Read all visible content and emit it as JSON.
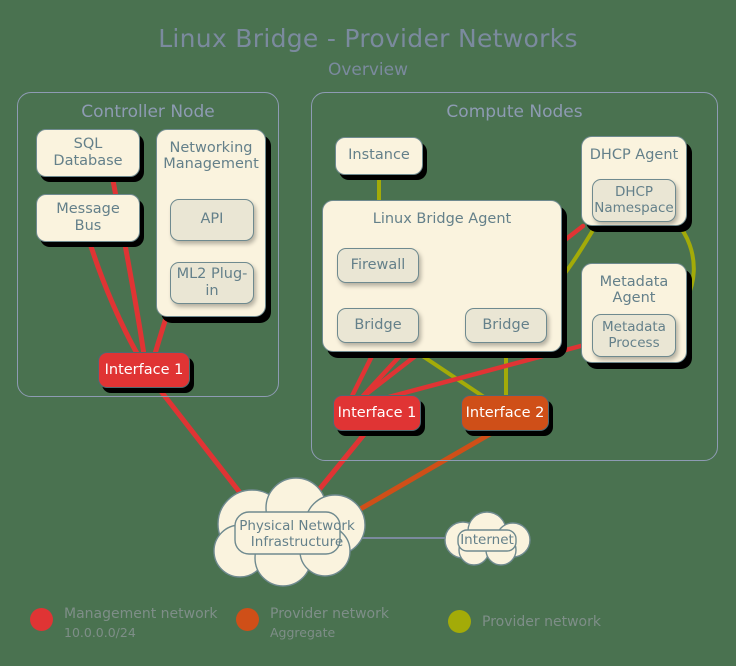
{
  "header": {
    "title": "Linux Bridge - Provider Networks",
    "subtitle": "Overview"
  },
  "zones": [
    {
      "id": "controller",
      "label": "Controller Node"
    },
    {
      "id": "compute",
      "label": "Compute Nodes"
    }
  ],
  "controller": {
    "sql_database": "SQL\nDatabase",
    "sql_database_l1": "SQL",
    "sql_database_l2": "Database",
    "message_bus_l1": "Message",
    "message_bus_l2": "Bus",
    "networking_management_l1": "Networking",
    "networking_management_l2": "Management",
    "api": "API",
    "ml2_plugin": "ML2 Plug-in",
    "interface1": "Interface 1"
  },
  "compute": {
    "instance": "Instance",
    "linux_bridge_agent": "Linux Bridge Agent",
    "firewall": "Firewall",
    "bridge_left": "Bridge",
    "bridge_right": "Bridge",
    "dhcp_agent": "DHCP Agent",
    "dhcp_namespace_l1": "DHCP",
    "dhcp_namespace_l2": "Namespace",
    "metadata_agent_l1": "Metadata",
    "metadata_agent_l2": "Agent",
    "metadata_process_l1": "Metadata",
    "metadata_process_l2": "Process",
    "interface1": "Interface 1",
    "interface2": "Interface 2"
  },
  "clouds": {
    "physical_l1": "Physical Network",
    "physical_l2": "Infrastructure",
    "internet": "Internet"
  },
  "legend": [
    {
      "color": "#e03434",
      "line1": "Management network",
      "line2": "10.0.0.0/24"
    },
    {
      "color": "#cf4f18",
      "line1": "Provider network",
      "line2": "Aggregate"
    },
    {
      "color": "#a3ab08",
      "line1": "Provider network",
      "line2": ""
    }
  ],
  "colors": {
    "background": "#4a7250",
    "management_network": "#e03434",
    "provider_network_aggregate": "#cf4f18",
    "provider_network": "#a3ab08",
    "box_fill": "#faf3de",
    "inner_box_fill": "#eae6d4",
    "text": "#64808a",
    "zone_border": "#8e9bb3",
    "title": "#7b8a9e"
  }
}
